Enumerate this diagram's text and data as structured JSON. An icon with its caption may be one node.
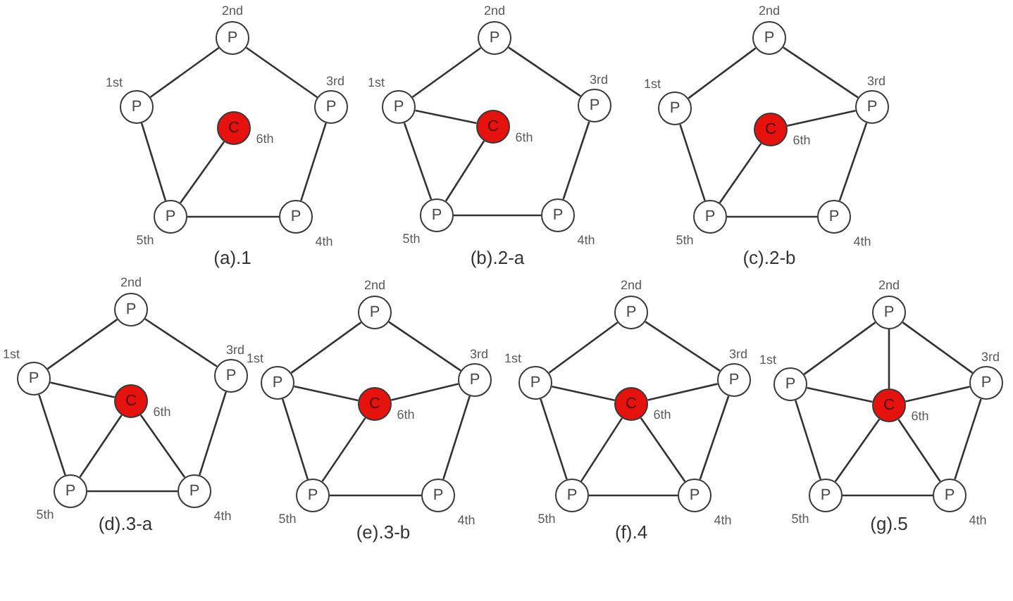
{
  "diagram": {
    "nodes": [
      {
        "text": [
          "P"
        ],
        "beside": [
          "2nd"
        ]
      },
      {
        "text": [
          "P"
        ],
        "beside": [
          "1st"
        ]
      },
      {
        "text": [
          "P"
        ],
        "beside": [
          "3rd"
        ]
      },
      {
        "text": [
          "C"
        ],
        "beside": [
          "6th"
        ]
      },
      {
        "text": [
          "P"
        ],
        "beside": [
          "5th"
        ]
      },
      {
        "text": [
          "P"
        ],
        "beside": [
          "4th"
        ]
      },
      {
        "text": [
          "P"
        ],
        "beside": [
          "2nd"
        ]
      },
      {
        "text": [
          "P"
        ],
        "beside": [
          "1st"
        ]
      },
      {
        "text": [
          "P"
        ],
        "beside": [
          "3rd"
        ]
      },
      {
        "text": [
          "C"
        ],
        "beside": [
          "6th"
        ]
      },
      {
        "text": [
          "P"
        ],
        "beside": [
          "5th"
        ]
      },
      {
        "text": [
          "P"
        ],
        "beside": [
          "4th"
        ]
      },
      {
        "text": [
          "P"
        ],
        "beside": [
          "2nd"
        ]
      },
      {
        "text": [
          "P"
        ],
        "beside": [
          "1st"
        ]
      },
      {
        "text": [
          "P"
        ],
        "beside": [
          "3rd"
        ]
      },
      {
        "text": [
          "C"
        ],
        "beside": [
          "6th"
        ]
      },
      {
        "text": [
          "P"
        ],
        "beside": [
          "5th"
        ]
      },
      {
        "text": [
          "P"
        ],
        "beside": [
          "4th"
        ]
      },
      {
        "text": [
          "P"
        ],
        "beside": [
          "2nd"
        ]
      },
      {
        "text": [
          "P"
        ],
        "beside": [
          "1st"
        ]
      },
      {
        "text": [
          "P"
        ],
        "beside": [
          "3rd"
        ]
      },
      {
        "text": [
          "C"
        ],
        "beside": [
          "6th"
        ]
      },
      {
        "text": [
          "P"
        ],
        "beside": [
          "5th"
        ]
      },
      {
        "text": [
          "P"
        ],
        "beside": [
          "4th"
        ]
      },
      {
        "text": [
          "P"
        ],
        "beside": [
          "2nd"
        ]
      },
      {
        "text": [
          "P"
        ],
        "beside": [
          "1st"
        ]
      },
      {
        "text": [
          "P"
        ],
        "beside": [
          "3rd"
        ]
      },
      {
        "text": [
          "C"
        ],
        "beside": [
          "6th"
        ]
      },
      {
        "text": [
          "P"
        ],
        "beside": [
          "5th"
        ]
      },
      {
        "text": [
          "P"
        ],
        "beside": [
          "4th"
        ]
      },
      {
        "text": [
          "P"
        ],
        "beside": [
          "2nd"
        ]
      },
      {
        "text": [
          "P"
        ],
        "beside": [
          "1st"
        ]
      },
      {
        "text": [
          "P"
        ],
        "beside": [
          "3rd"
        ]
      },
      {
        "text": [
          "C"
        ],
        "beside": [
          "6th"
        ]
      },
      {
        "text": [
          "P"
        ],
        "beside": [
          "5th"
        ]
      },
      {
        "text": [
          "P"
        ],
        "beside": [
          "4th"
        ]
      },
      {
        "text": [
          "P"
        ],
        "beside": [
          "2nd"
        ]
      },
      {
        "text": [
          "P"
        ],
        "beside": [
          "1st"
        ]
      },
      {
        "text": [
          "P"
        ],
        "beside": [
          "3rd"
        ]
      },
      {
        "text": [
          "C"
        ],
        "beside": [
          "6th"
        ]
      },
      {
        "text": [
          "P"
        ],
        "beside": [
          "5th"
        ]
      },
      {
        "text": [
          "P"
        ],
        "beside": [
          "4th"
        ]
      }
    ],
    "edges": [
      {
        "from": 1,
        "to": 0,
        "arrow": "none"
      },
      {
        "from": 0,
        "to": 2,
        "arrow": "none"
      },
      {
        "from": 2,
        "to": 5,
        "arrow": "none"
      },
      {
        "from": 5,
        "to": 4,
        "arrow": "none"
      },
      {
        "from": 4,
        "to": 1,
        "arrow": "none"
      },
      {
        "from": 3,
        "to": 4,
        "arrow": "none"
      },
      {
        "from": 7,
        "to": 6,
        "arrow": "none"
      },
      {
        "from": 6,
        "to": 8,
        "arrow": "none"
      },
      {
        "from": 8,
        "to": 11,
        "arrow": "none"
      },
      {
        "from": 11,
        "to": 10,
        "arrow": "none"
      },
      {
        "from": 10,
        "to": 7,
        "arrow": "none"
      },
      {
        "from": 9,
        "to": 7,
        "arrow": "none"
      },
      {
        "from": 9,
        "to": 10,
        "arrow": "none"
      },
      {
        "from": 13,
        "to": 12,
        "arrow": "none"
      },
      {
        "from": 12,
        "to": 14,
        "arrow": "none"
      },
      {
        "from": 14,
        "to": 17,
        "arrow": "none"
      },
      {
        "from": 17,
        "to": 16,
        "arrow": "none"
      },
      {
        "from": 16,
        "to": 13,
        "arrow": "none"
      },
      {
        "from": 15,
        "to": 14,
        "arrow": "none"
      },
      {
        "from": 15,
        "to": 16,
        "arrow": "none"
      },
      {
        "from": 19,
        "to": 18,
        "arrow": "none"
      },
      {
        "from": 18,
        "to": 20,
        "arrow": "none"
      },
      {
        "from": 20,
        "to": 23,
        "arrow": "none"
      },
      {
        "from": 23,
        "to": 22,
        "arrow": "none"
      },
      {
        "from": 22,
        "to": 19,
        "arrow": "none"
      },
      {
        "from": 21,
        "to": 19,
        "arrow": "none"
      },
      {
        "from": 21,
        "to": 23,
        "arrow": "none"
      },
      {
        "from": 21,
        "to": 22,
        "arrow": "none"
      },
      {
        "from": 25,
        "to": 24,
        "arrow": "none"
      },
      {
        "from": 24,
        "to": 26,
        "arrow": "none"
      },
      {
        "from": 26,
        "to": 29,
        "arrow": "none"
      },
      {
        "from": 29,
        "to": 28,
        "arrow": "none"
      },
      {
        "from": 28,
        "to": 25,
        "arrow": "none"
      },
      {
        "from": 27,
        "to": 25,
        "arrow": "none"
      },
      {
        "from": 27,
        "to": 26,
        "arrow": "none"
      },
      {
        "from": 27,
        "to": 28,
        "arrow": "none"
      },
      {
        "from": 31,
        "to": 30,
        "arrow": "none"
      },
      {
        "from": 30,
        "to": 32,
        "arrow": "none"
      },
      {
        "from": 32,
        "to": 35,
        "arrow": "none"
      },
      {
        "from": 35,
        "to": 34,
        "arrow": "none"
      },
      {
        "from": 34,
        "to": 31,
        "arrow": "none"
      },
      {
        "from": 33,
        "to": 31,
        "arrow": "none"
      },
      {
        "from": 33,
        "to": 32,
        "arrow": "none"
      },
      {
        "from": 33,
        "to": 35,
        "arrow": "none"
      },
      {
        "from": 33,
        "to": 34,
        "arrow": "none"
      },
      {
        "from": 37,
        "to": 36,
        "arrow": "none"
      },
      {
        "from": 36,
        "to": 38,
        "arrow": "none"
      },
      {
        "from": 38,
        "to": 41,
        "arrow": "none"
      },
      {
        "from": 41,
        "to": 40,
        "arrow": "none"
      },
      {
        "from": 40,
        "to": 37,
        "arrow": "none"
      },
      {
        "from": 39,
        "to": 37,
        "arrow": "none"
      },
      {
        "from": 39,
        "to": 36,
        "arrow": "none"
      },
      {
        "from": 39,
        "to": 38,
        "arrow": "none"
      },
      {
        "from": 39,
        "to": 41,
        "arrow": "none"
      },
      {
        "from": 39,
        "to": 40,
        "arrow": "none"
      }
    ],
    "labels": [
      "(a).1",
      "(b).2-a",
      "(c).2-b",
      "(d).3-a",
      "(e).3-b",
      "(f).4",
      "(g).5"
    ]
  }
}
